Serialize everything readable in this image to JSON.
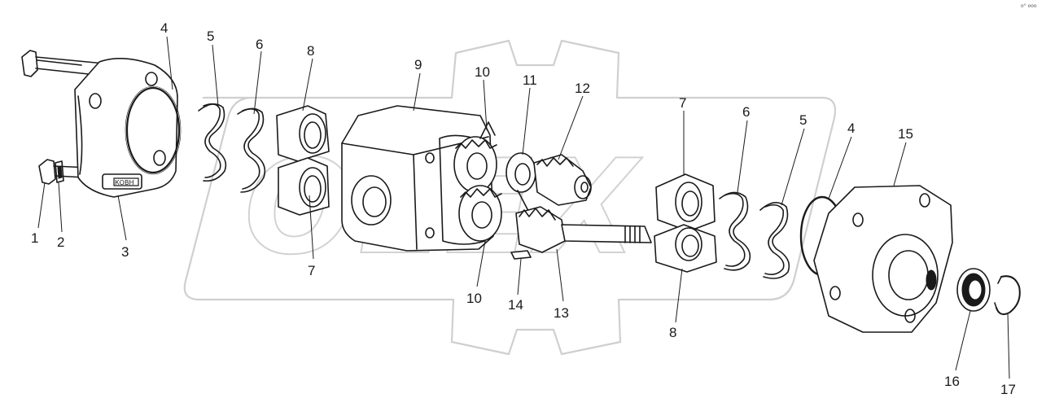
{
  "corner_mark": "o° ooo",
  "watermark_text": "OLEX",
  "callouts": [
    {
      "id": "c1",
      "text": "1"
    },
    {
      "id": "c2",
      "text": "2"
    },
    {
      "id": "c3",
      "text": "3"
    },
    {
      "id": "c4a",
      "text": "4"
    },
    {
      "id": "c5a",
      "text": "5"
    },
    {
      "id": "c6a",
      "text": "6"
    },
    {
      "id": "c8a",
      "text": "8"
    },
    {
      "id": "c7a",
      "text": "7"
    },
    {
      "id": "c9",
      "text": "9"
    },
    {
      "id": "c10a",
      "text": "10"
    },
    {
      "id": "c11",
      "text": "11"
    },
    {
      "id": "c12",
      "text": "12"
    },
    {
      "id": "c10b",
      "text": "10"
    },
    {
      "id": "c14",
      "text": "14"
    },
    {
      "id": "c13",
      "text": "13"
    },
    {
      "id": "c7b",
      "text": "7"
    },
    {
      "id": "c8b",
      "text": "8"
    },
    {
      "id": "c6b",
      "text": "6"
    },
    {
      "id": "c5b",
      "text": "5"
    },
    {
      "id": "c4b",
      "text": "4"
    },
    {
      "id": "c15",
      "text": "15"
    },
    {
      "id": "c16",
      "text": "16"
    },
    {
      "id": "c17",
      "text": "17"
    }
  ]
}
